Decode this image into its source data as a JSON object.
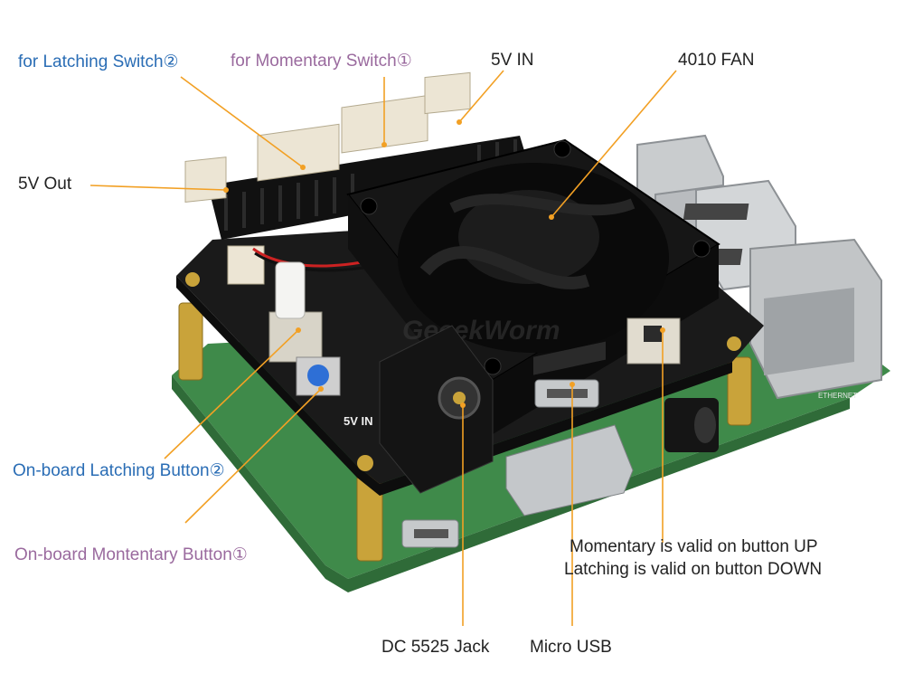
{
  "labels": {
    "latching_switch": "for Latching Switch②",
    "momentary_switch": "for Momentary Switch①",
    "five_v_in": "5V IN",
    "fan": "4010 FAN",
    "five_v_out": "5V Out",
    "onboard_latching": "On-board Latching Button②",
    "onboard_momentary": "On-board Montentary Button①",
    "momentary_note": "Momentary is valid on button UP",
    "latching_note": "Latching is valid on button DOWN",
    "dc_jack": "DC 5525 Jack",
    "micro_usb": "Micro USB"
  },
  "board_markings": {
    "five_v_in_silk": "5V IN",
    "watermark": "GeeekWorm",
    "ethernet": "ETHERNET"
  },
  "colors": {
    "leader_line": "#f2a024",
    "label_blue": "#2a6db5",
    "label_purple": "#9a6a9e",
    "label_dark": "#222222",
    "pcb_green": "#3f8a4a",
    "board_black": "#1a1a1a"
  }
}
